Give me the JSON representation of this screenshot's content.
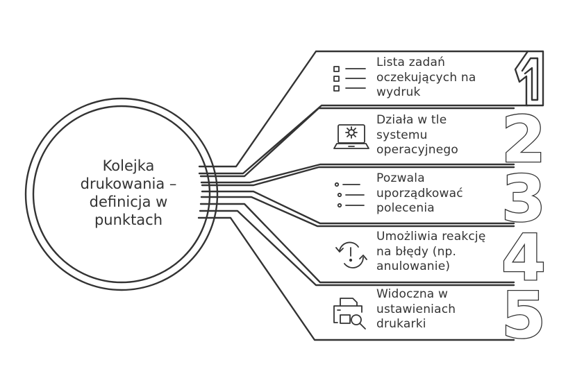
{
  "colors": {
    "stroke": "#333333",
    "background": "#ffffff"
  },
  "hub": {
    "lines": [
      "Kolejka",
      "drukowania –",
      "definicja w",
      "punktach"
    ]
  },
  "items": [
    {
      "number": "1",
      "icon": "task-list-icon",
      "lines": [
        "Lista zadań",
        "oczekujących na",
        "wydruk"
      ]
    },
    {
      "number": "2",
      "icon": "laptop-gear-icon",
      "lines": [
        "Działa w tle",
        "systemu",
        "operacyjnego"
      ]
    },
    {
      "number": "3",
      "icon": "ordered-list-icon",
      "lines": [
        "Pozwala",
        "uporządkować",
        "polecenia"
      ]
    },
    {
      "number": "4",
      "icon": "refresh-alert-icon",
      "lines": [
        "Umożliwia reakcję",
        "na błędy (np.",
        "anulowanie)"
      ]
    },
    {
      "number": "5",
      "icon": "printer-search-icon",
      "lines": [
        "Widoczna w",
        "ustawieniach",
        "drukarki"
      ]
    }
  ]
}
